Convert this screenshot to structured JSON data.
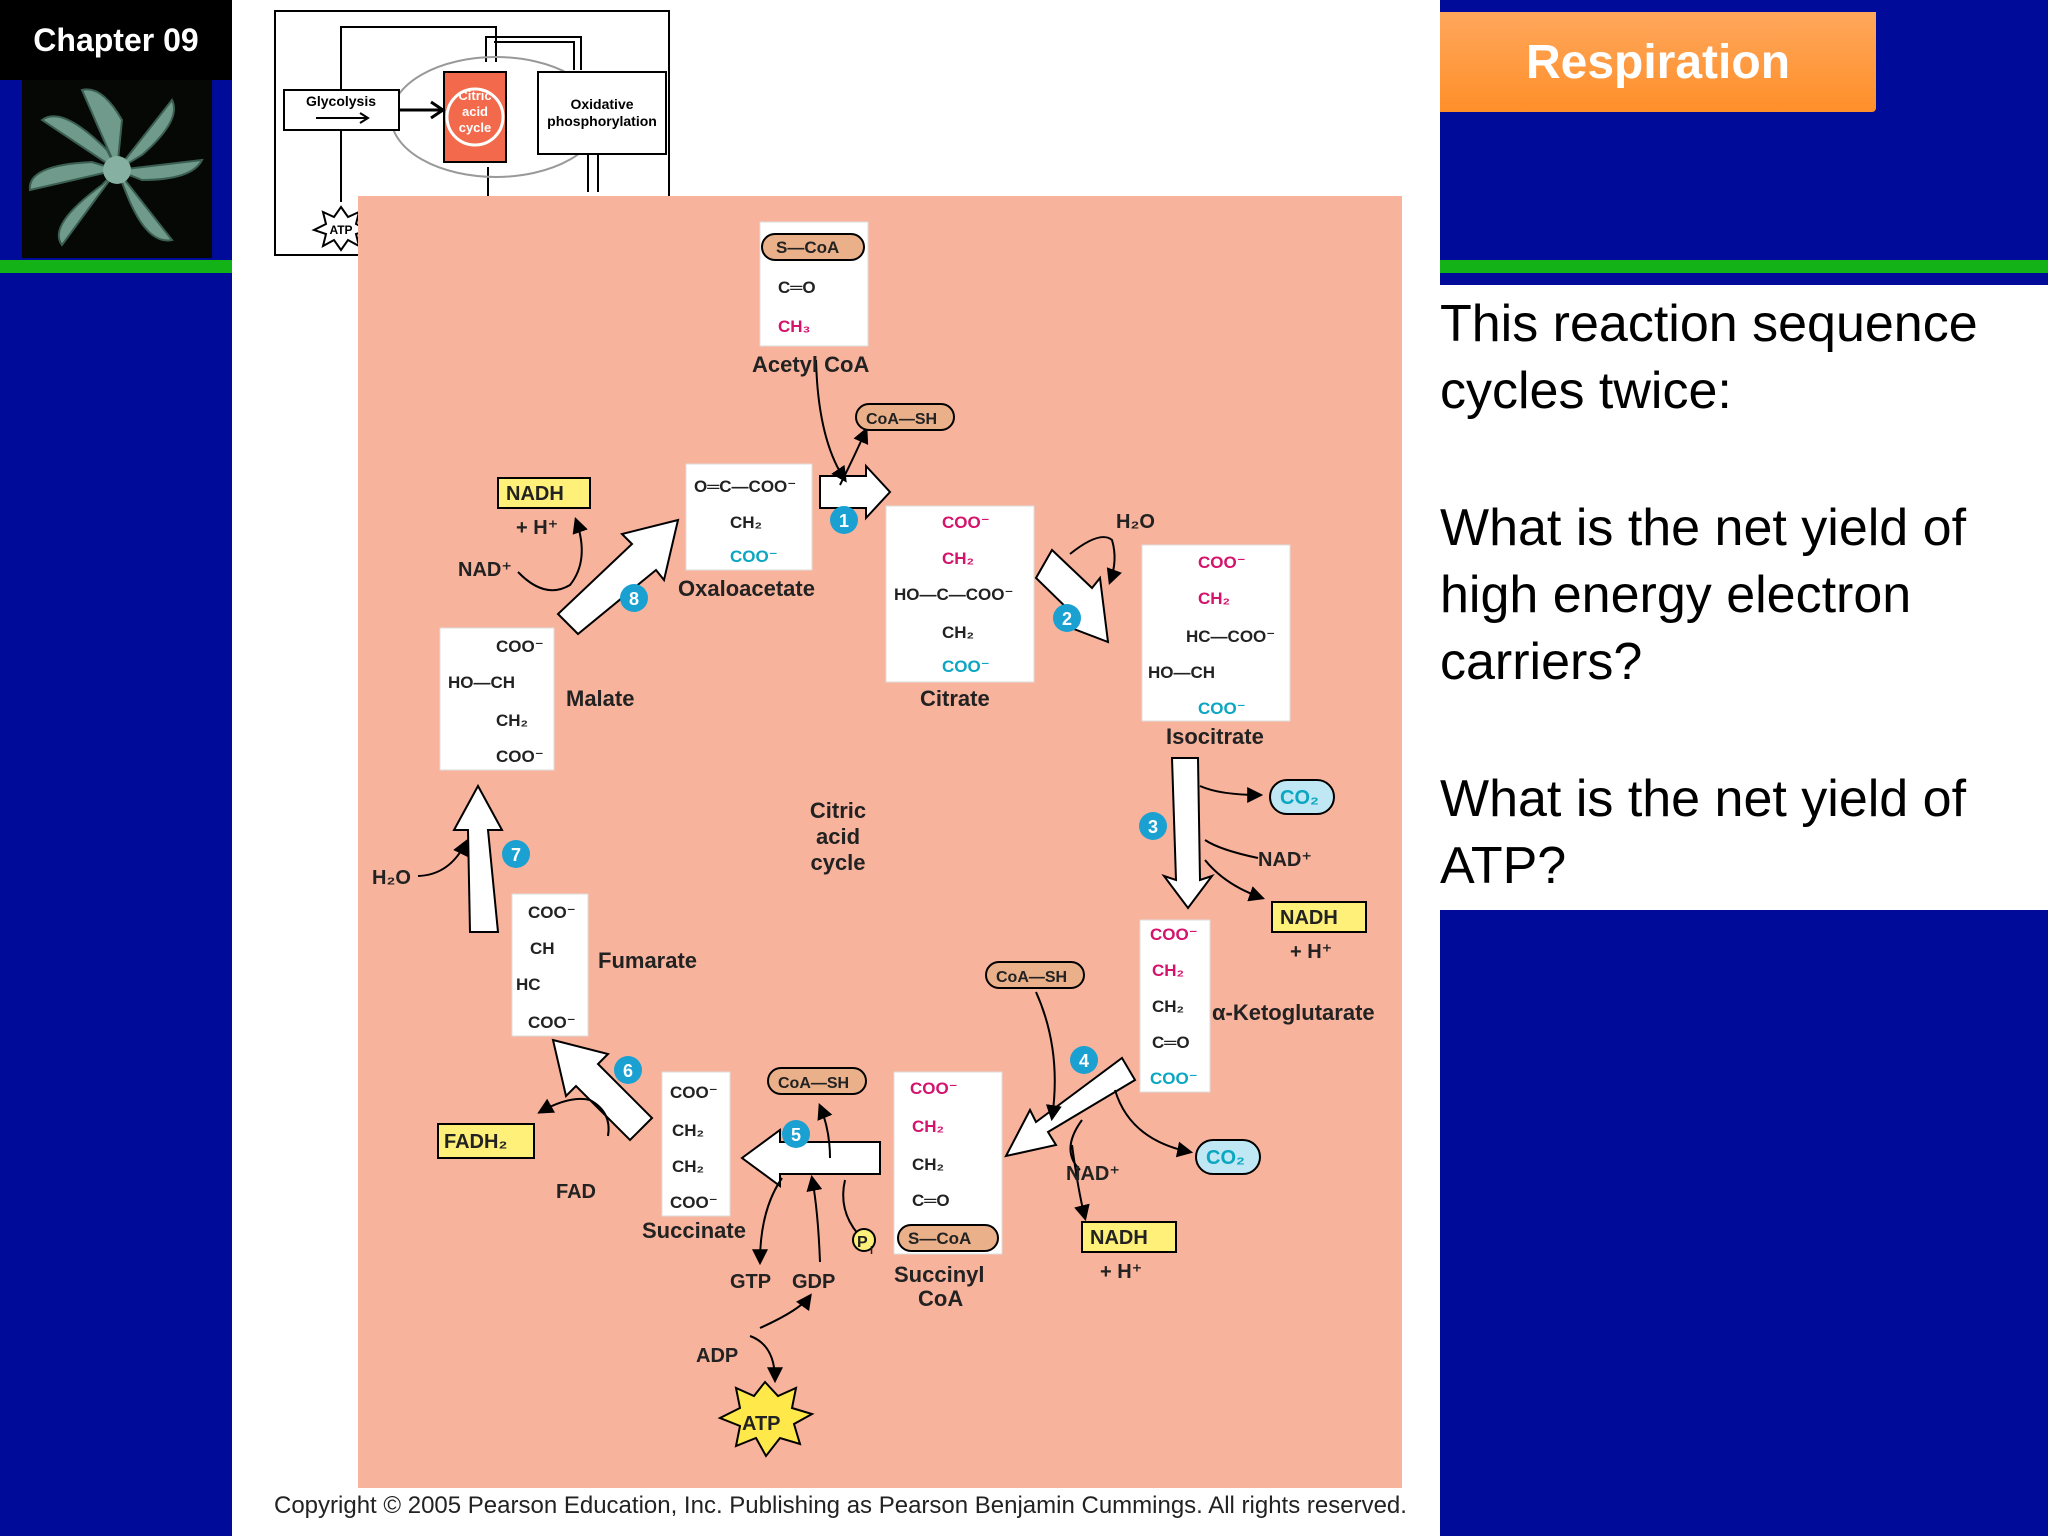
{
  "header": {
    "chapter": "Chapter 09"
  },
  "banner": {
    "title": "Respiration"
  },
  "questions": {
    "intro_line1": "This reaction sequence",
    "intro_line2": "cycles twice:",
    "q1_line1": "What is the net yield of",
    "q1_line2": "high energy electron",
    "q1_line3": "carriers?",
    "q2_line1": "What is the net yield of",
    "q2_line2": "ATP?"
  },
  "overview": {
    "glycolysis": "Glycolysis",
    "citric_line1": "Citric",
    "citric_line2": "acid",
    "citric_line3": "cycle",
    "oxphos_line1": "Oxidative",
    "oxphos_line2": "phosphorylation",
    "atp": "ATP"
  },
  "cycle": {
    "center_line1": "Citric",
    "center_line2": "acid",
    "center_line3": "cycle",
    "compounds": {
      "acetyl_coa": "Acetyl CoA",
      "oxaloacetate": "Oxaloacetate",
      "citrate": "Citrate",
      "isocitrate": "Isocitrate",
      "ketoglutarate": "α-Ketoglutarate",
      "succinyl_line1": "Succinyl",
      "succinyl_line2": "CoA",
      "succinate": "Succinate",
      "fumarate": "Fumarate",
      "malate": "Malate"
    },
    "steps": [
      "1",
      "2",
      "3",
      "4",
      "5",
      "6",
      "7",
      "8"
    ],
    "chem": {
      "s_coa": "S—CoA",
      "co": "C═O",
      "ch3": "CH₃",
      "coo": "COO⁻",
      "ch2": "CH₂",
      "ch": "CH",
      "hc": "HC",
      "c": "C",
      "ho_c": "HO—C—COO⁻",
      "hc_coo": "HC—COO⁻",
      "ho_ch": "HO—CH",
      "o_c_coo": "O═C—COO⁻",
      "c_o": "C═O"
    },
    "molecules": {
      "coa_sh": "CoA—SH",
      "h2o": "H₂O",
      "co2": "CO₂",
      "nad": "NAD⁺",
      "nadh": "NADH",
      "h_plus": "+ H⁺",
      "fadh2": "FADH₂",
      "fad": "FAD",
      "gtp": "GTP",
      "gdp": "GDP",
      "adp": "ADP",
      "atp": "ATP",
      "pi": "P",
      "pi_sub": "i"
    }
  },
  "footer": {
    "copyright": "Copyright ©  2005 Pearson Education, Inc. Publishing as Pearson Benjamin Cummings. All rights reserved."
  },
  "colors": {
    "background": "#000b99",
    "banner": "#ff8f29",
    "cycle_panel": "#f8b39c",
    "step_badge": "#1ba0d2",
    "carbon_pink": "#d4136d",
    "carbon_cyan": "#0aa6c2",
    "nadh_box": "#fff07a",
    "co2_bubble": "#bfe8f4",
    "coa_pill": "#e9b089"
  }
}
